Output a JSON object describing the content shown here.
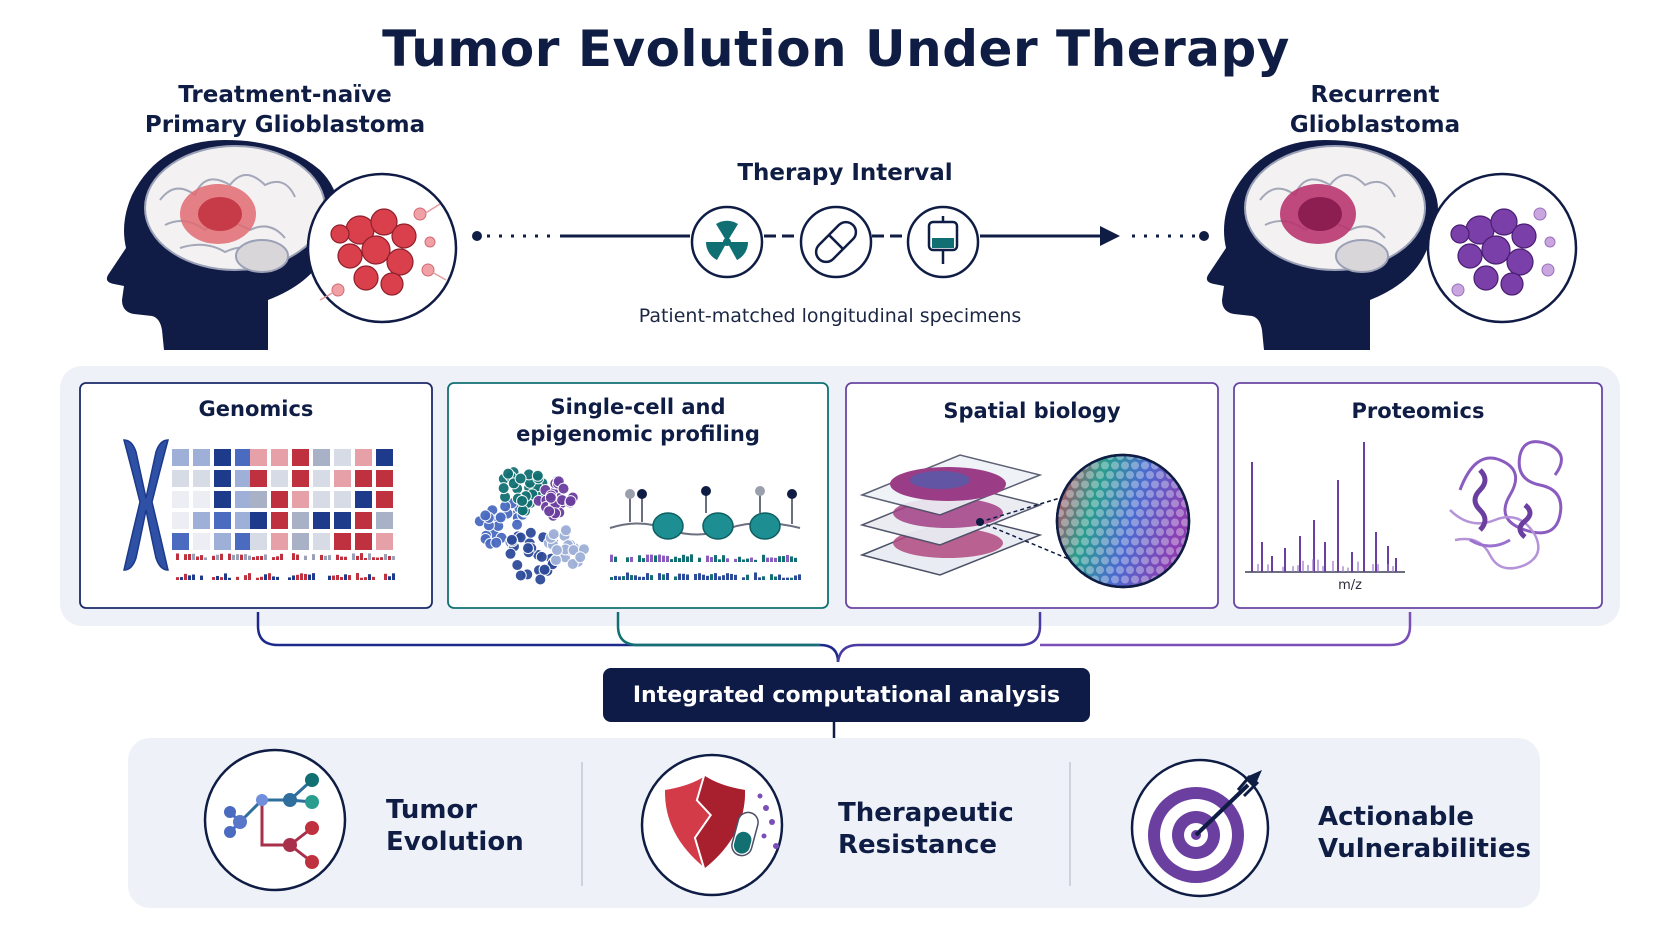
{
  "title": "Tumor Evolution Under Therapy",
  "primary": {
    "line1": "Treatment-naïve",
    "line2": "Primary Glioblastoma"
  },
  "recurrent": {
    "line1": "Recurrent",
    "line2": "Glioblastoma"
  },
  "therapy": {
    "label": "Therapy Interval",
    "icons": [
      "radiation-icon",
      "capsule-icon",
      "iv-bag-icon"
    ]
  },
  "specimens": "Patient-matched longitudinal specimens",
  "panels": {
    "genomics": {
      "line1": "Genomics"
    },
    "singlecell": {
      "line1": "Single-cell and",
      "line2": "epigenomic profiling"
    },
    "spatial": {
      "line1": "Spatial biology"
    },
    "proteomics": {
      "line1": "Proteomics",
      "axis": "m/z"
    }
  },
  "analysis": "Integrated computational analysis",
  "outcomes": [
    {
      "line1": "Tumor",
      "line2": "Evolution",
      "icon": "phylogenetic-tree-icon"
    },
    {
      "line1": "Therapeutic",
      "line2": "Resistance",
      "icon": "broken-shield-icon"
    },
    {
      "line1": "Actionable",
      "line2": "Vulnerabilities",
      "icon": "target-icon"
    }
  ],
  "colors": {
    "navy": "#0e1b47",
    "teal": "#0f6f73",
    "purple": "#6b3fa0",
    "red": "#c0313f",
    "blue": "#3d5aa8"
  }
}
